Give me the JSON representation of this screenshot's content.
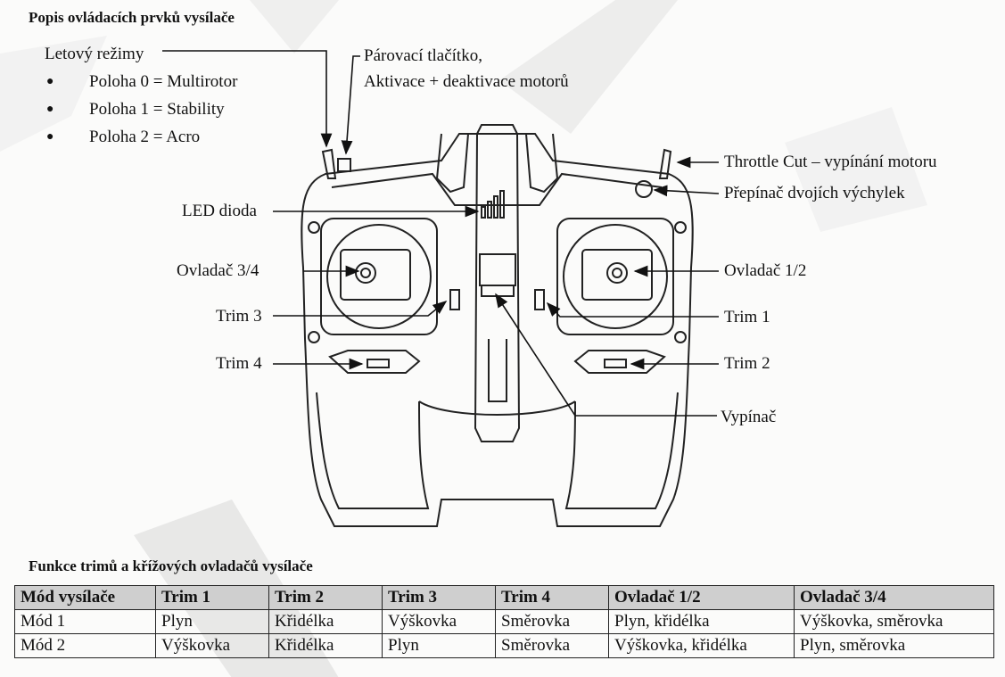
{
  "heading_controls": "Popis ovládacích prvků vysílače",
  "flight_modes": {
    "title": "Letový režimy",
    "items": [
      "Poloha 0 = Multirotor",
      "Poloha 1 = Stability",
      "Poloha 2 = Acro"
    ]
  },
  "labels": {
    "pairing_1": "Párovací tlačítko,",
    "pairing_2": "Aktivace + deaktivace motorů",
    "throttle_cut": "Throttle Cut – vypínání motoru",
    "dual_rate": "Přepínač dvojích výchylek",
    "led": "LED dioda",
    "ctrl_34": "Ovladač 3/4",
    "ctrl_12": "Ovladač 1/2",
    "trim3": "Trim 3",
    "trim1": "Trim 1",
    "trim4": "Trim 4",
    "trim2": "Trim 2",
    "switch": "Vypínač"
  },
  "heading_table": "Funkce trimů a křížových ovladačů vysílače",
  "table": {
    "headers": [
      "Mód vysílače",
      "Trim 1",
      "Trim 2",
      "Trim 3",
      "Trim 4",
      "Ovladač 1/2",
      "Ovladač 3/4"
    ],
    "rows": [
      [
        "Mód 1",
        "Plyn",
        "Křidélka",
        "Výškovka",
        "Směrovka",
        "Plyn, křidélka",
        "Výškovka, směrovka"
      ],
      [
        "Mód 2",
        "Výškovka",
        "Křidélka",
        "Plyn",
        "Směrovka",
        "Výškovka, křidélka",
        "Plyn, směrovka"
      ]
    ]
  }
}
